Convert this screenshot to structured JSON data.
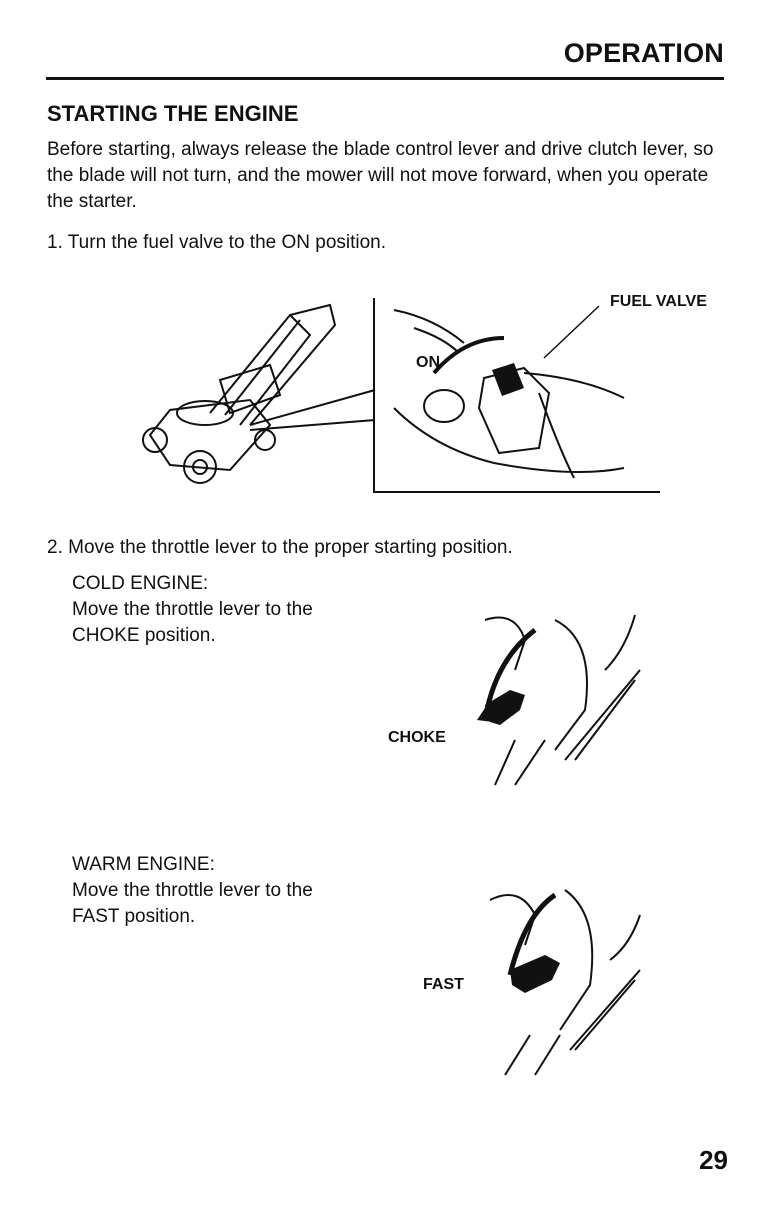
{
  "header": {
    "section": "OPERATION"
  },
  "section_title": "STARTING THE ENGINE",
  "intro": "Before starting, always release the blade control lever and drive clutch lever, so the blade will not turn, and the mower will not move forward, when you operate the starter.",
  "steps": [
    {
      "text": "1. Turn the fuel valve to the ON position."
    },
    {
      "text": "2. Move the throttle lever to the proper starting position."
    }
  ],
  "figure1": {
    "labels": {
      "fuel_valve": "FUEL VALVE",
      "on": "ON"
    }
  },
  "cold_engine": {
    "heading": "COLD ENGINE:",
    "line1": "Move the throttle lever to the",
    "line2": "CHOKE position.",
    "label": "CHOKE"
  },
  "warm_engine": {
    "heading": "WARM ENGINE:",
    "line1": "Move the throttle lever to the",
    "line2": "FAST position.",
    "label": "FAST"
  },
  "page_number": "29"
}
